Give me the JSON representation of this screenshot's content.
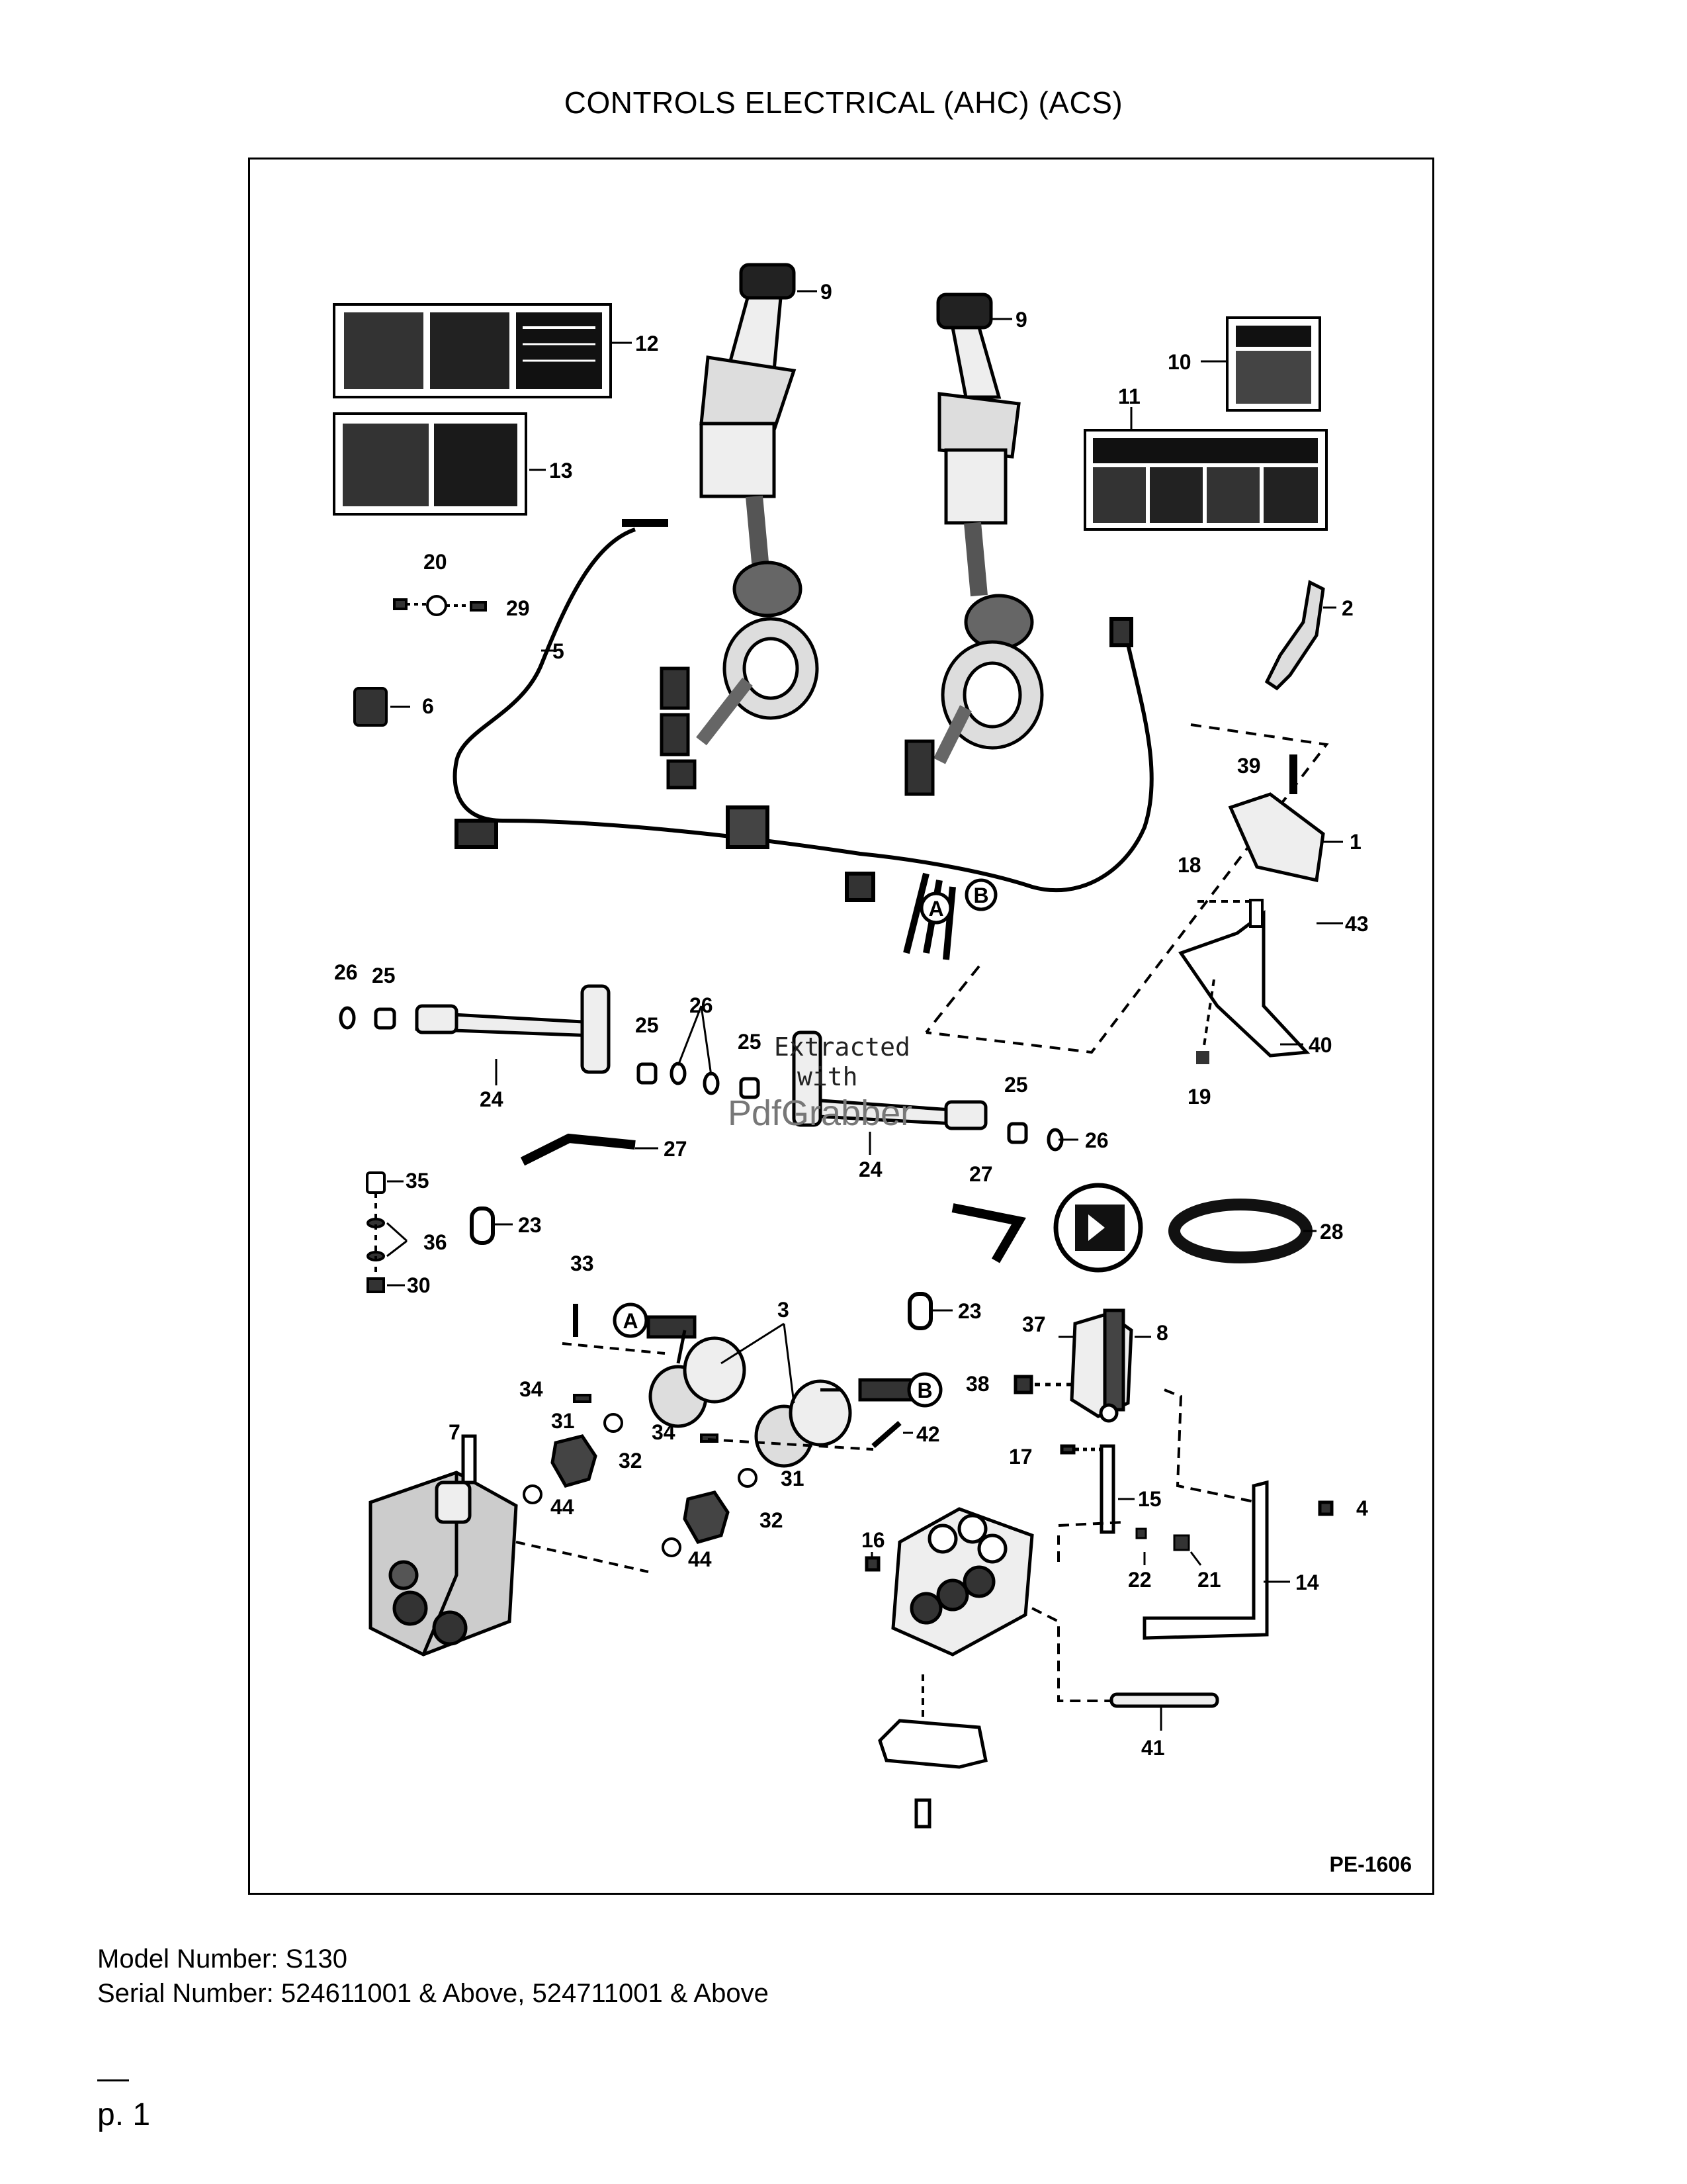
{
  "page_title": "CONTROLS ELECTRICAL (AHC) (ACS)",
  "drawing_number": "PE-1606",
  "watermark": {
    "line1": "Extracted",
    "line2": "with",
    "line3": "PdfGrabber"
  },
  "callouts": {
    "c1": "1",
    "c2": "2",
    "c3": "3",
    "c4": "4",
    "c5": "5",
    "c6": "6",
    "c7": "7",
    "c8": "8",
    "c9a": "9",
    "c9b": "9",
    "c10": "10",
    "c11": "11",
    "c12": "12",
    "c13": "13",
    "c14": "14",
    "c15": "15",
    "c16": "16",
    "c17": "17",
    "c18": "18",
    "c19": "19",
    "c20": "20",
    "c21": "21",
    "c22": "22",
    "c23a": "23",
    "c23b": "23",
    "c24a": "24",
    "c24b": "24",
    "c25a": "25",
    "c25b": "25",
    "c25c": "25",
    "c25d": "25",
    "c26a": "26",
    "c26b": "26",
    "c26c": "26",
    "c27a": "27",
    "c27b": "27",
    "c28": "28",
    "c29": "29",
    "c30": "30",
    "c31a": "31",
    "c31b": "31",
    "c32a": "32",
    "c32b": "32",
    "c33": "33",
    "c34a": "34",
    "c34b": "34",
    "c35": "35",
    "c36": "36",
    "c37": "37",
    "c38": "38",
    "c39": "39",
    "c40": "40",
    "c41": "41",
    "c42": "42",
    "c43": "43",
    "c44a": "44",
    "c44b": "44",
    "connA1": "A",
    "connB1": "B",
    "connA2": "A",
    "connB2": "B"
  },
  "footer": {
    "model": "Model Number: S130",
    "serial": "Serial Number: 524611001 & Above, 524711001 & Above"
  },
  "page_number": "p. 1"
}
